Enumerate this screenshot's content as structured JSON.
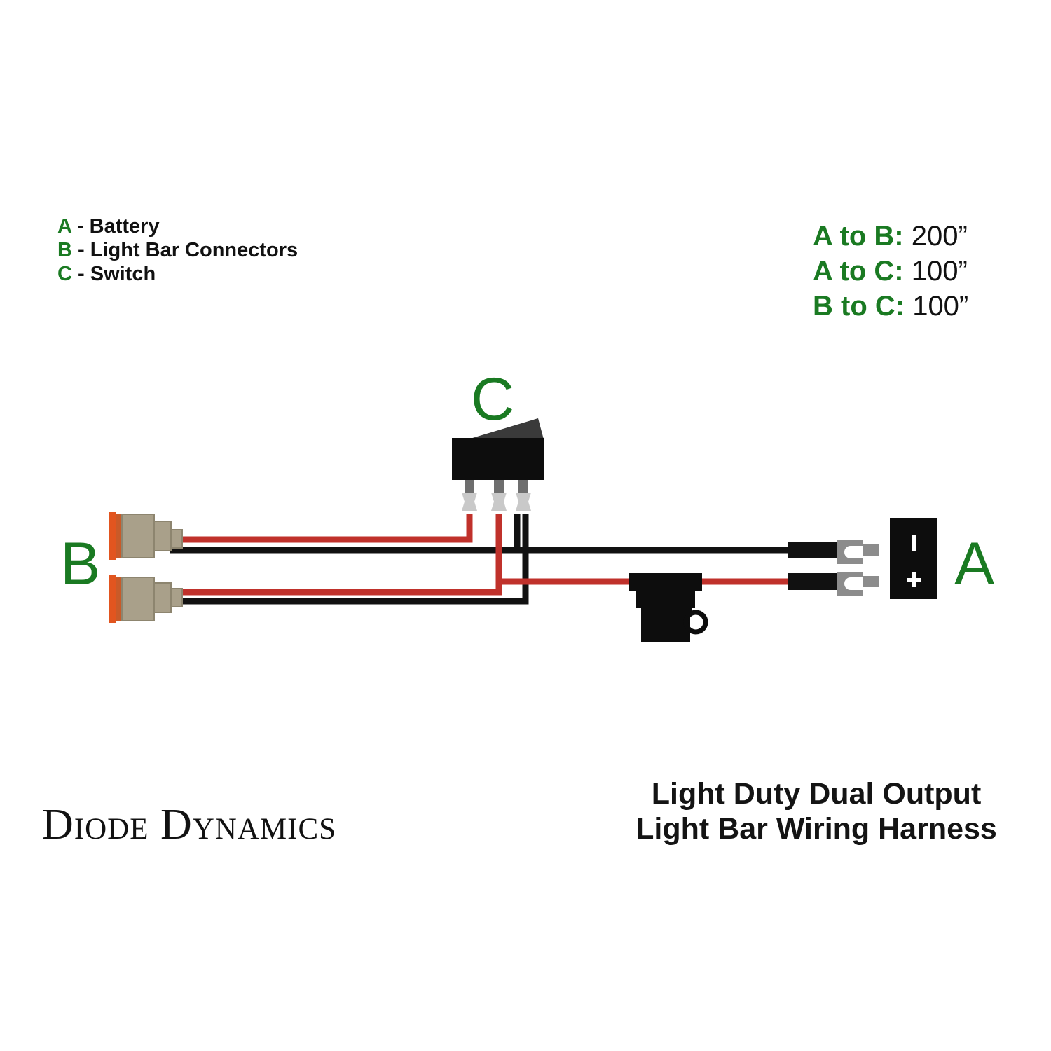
{
  "legend": {
    "items": [
      {
        "key": "A",
        "text": " - Battery"
      },
      {
        "key": "B",
        "text": " - Light Bar Connectors"
      },
      {
        "key": "C",
        "text": " - Switch"
      }
    ]
  },
  "measurements": [
    {
      "label": "A to B:",
      "value": " 200”"
    },
    {
      "label": "A to C:",
      "value": " 100”"
    },
    {
      "label": "B to C:",
      "value": " 100”"
    }
  ],
  "reference_letters": {
    "a": "A",
    "b": "B",
    "c": "C"
  },
  "battery": {
    "negative_mark": "|",
    "positive_mark": "+"
  },
  "brand": "Diode Dynamics",
  "product_title": {
    "line1": "Light Duty Dual Output",
    "line2": "Light Bar Wiring Harness"
  },
  "colors": {
    "green": "#1a7a22",
    "red_wire": "#c0312b",
    "black_wire": "#111111",
    "connector_body": "#a9a08a",
    "connector_seal": "#e2551f",
    "terminal_gray": "#8c8c8c",
    "spade_gray": "#c9c9c9",
    "switch_body": "#0d0d0d",
    "rocker": "#3a3a3a"
  }
}
